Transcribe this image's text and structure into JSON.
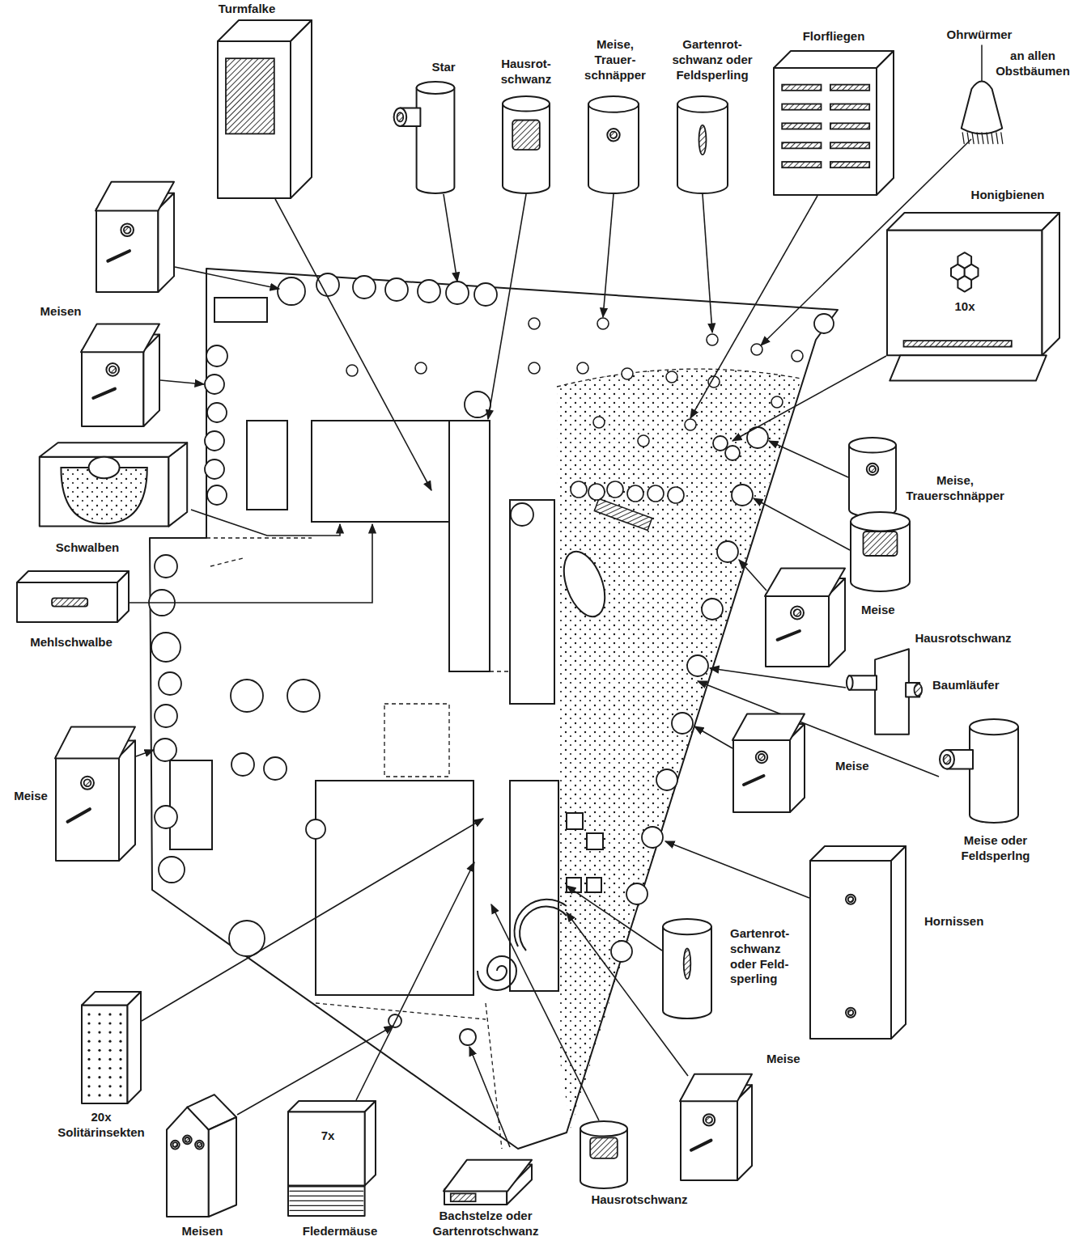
{
  "diagram": {
    "nodes": [
      {
        "text": [
          "Turmfalke"
        ]
      },
      {
        "text": [
          "Star"
        ]
      },
      {
        "text": [
          "Hausrot- schwanz"
        ]
      },
      {
        "text": [
          "Meise, Trauer- schnäpper"
        ]
      },
      {
        "text": [
          "Gartenrot- schwanz oder Feldsperling"
        ]
      },
      {
        "text": [
          "Florfliegen"
        ]
      },
      {
        "text": [
          "Ohrwürmer",
          "an allen Obstbäumen"
        ]
      },
      {
        "text": [
          "Meisen"
        ]
      },
      {
        "text": [
          "Honigbienen",
          "10x"
        ]
      },
      {
        "text": [
          "Schwalben"
        ]
      },
      {
        "text": [
          "Meise, Trauerschnäpper"
        ]
      },
      {
        "text": [
          "Mehlschwalbe"
        ]
      },
      {
        "text": [
          "Meise"
        ]
      },
      {
        "text": [
          "Hausrotschwanz"
        ]
      },
      {
        "text": [
          "Baumläufer"
        ]
      },
      {
        "text": [
          "Meise"
        ]
      },
      {
        "text": [
          "Meise"
        ]
      },
      {
        "text": [
          "Meise oder Feldsperlng"
        ]
      },
      {
        "text": [
          "Gartenrot- schwanz oder Feld- sperling"
        ]
      },
      {
        "text": [
          "Hornissen"
        ]
      },
      {
        "text": [
          "20x Solitärinsekten"
        ]
      },
      {
        "text": [
          "Meise"
        ]
      },
      {
        "text": [
          "Meisen"
        ]
      },
      {
        "text": [
          "Hausrotschwanz"
        ]
      },
      {
        "text": [
          "7x",
          "Fledermäuse"
        ]
      },
      {
        "text": [
          "Bachstelze oder Gartenrotschwanz"
        ]
      }
    ]
  }
}
